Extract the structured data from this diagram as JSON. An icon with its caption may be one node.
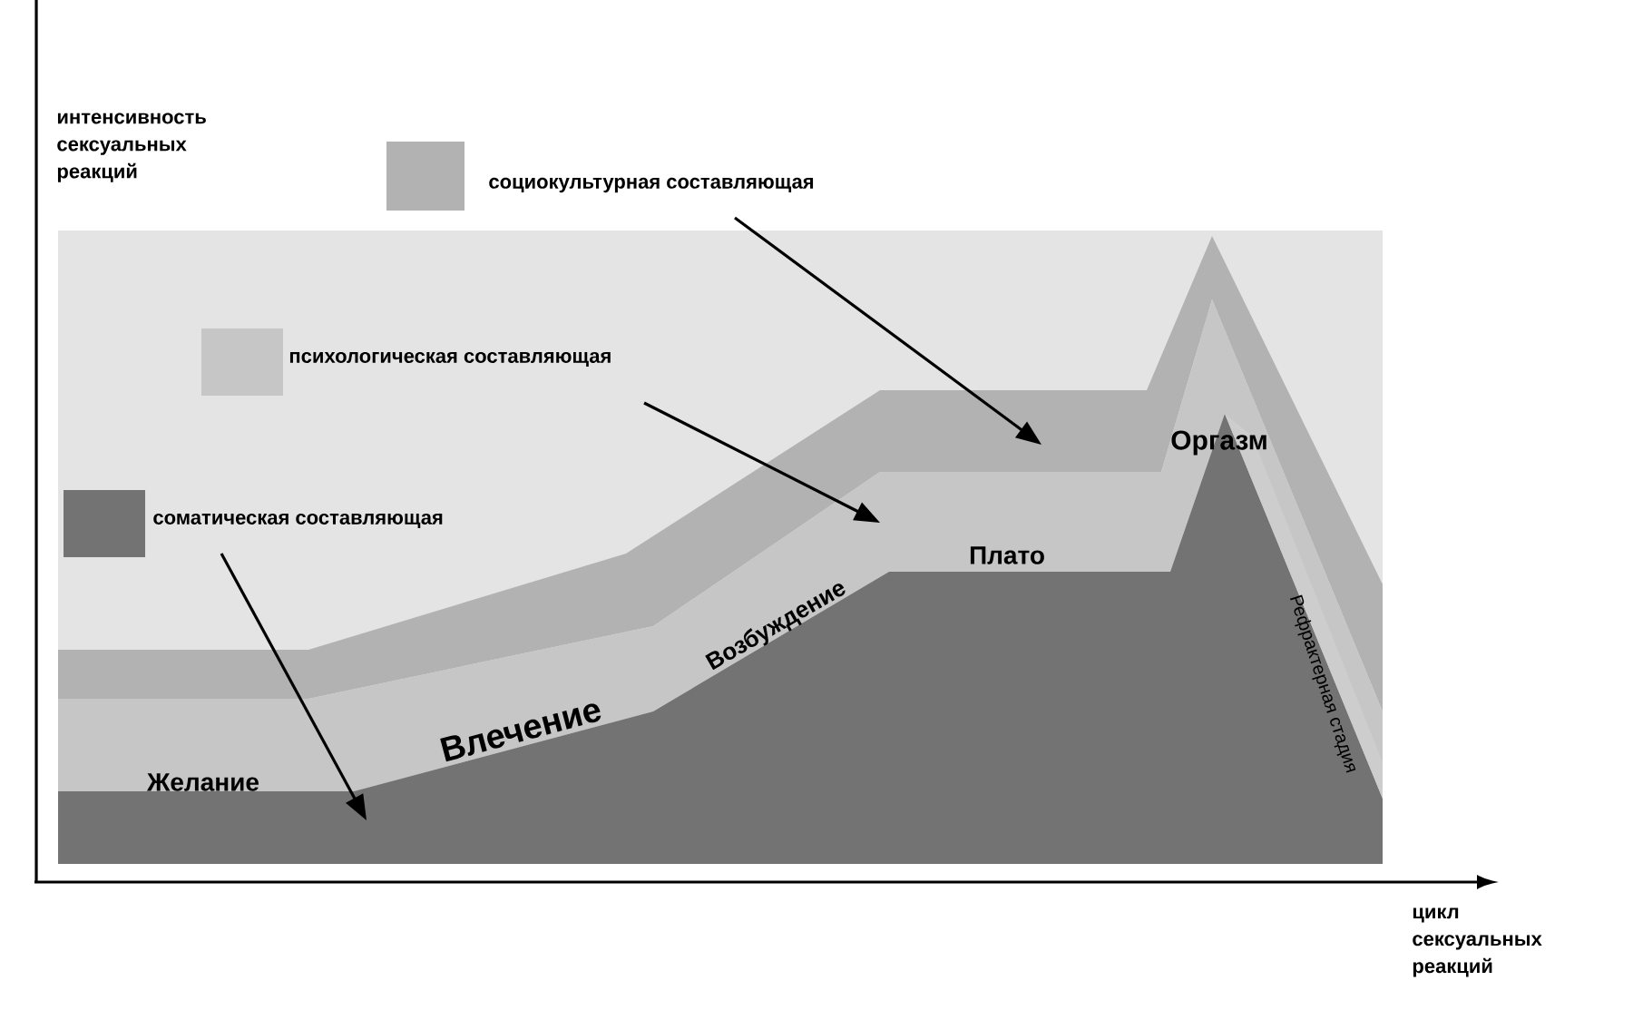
{
  "diagram": {
    "nodes": [
      {
        "text": [],
        "shape": "band"
      },
      {
        "text": [],
        "shape": "band"
      },
      {
        "text": [],
        "shape": "band"
      }
    ],
    "edges": [
      {
        "from": null,
        "to": 0,
        "arrow": "to"
      },
      {
        "from": null,
        "to": 1,
        "arrow": "to"
      },
      {
        "from": null,
        "to": 2,
        "arrow": "to"
      }
    ],
    "labels": [
      "интенсивность сексуальных реакций",
      "Оргазм",
      "Плато",
      "Возбуждение",
      "Влечение",
      "Желание",
      "Рефрактерная стадия",
      "цикл сексуальных реакций"
    ],
    "legend": [
      {
        "text": "социокультурная составляющая",
        "color": "#b2b2b2"
      },
      {
        "text": "психологическая составляющая",
        "color": "#c6c6c6"
      },
      {
        "text": "соматическая составляющая",
        "color": "#737373"
      }
    ]
  }
}
